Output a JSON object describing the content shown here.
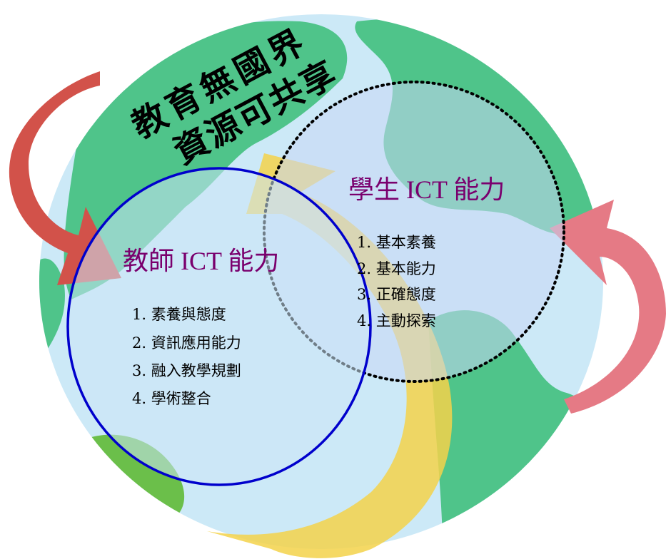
{
  "diagram": {
    "title": {
      "line1": "教育無國界",
      "line2": "資源可共享"
    },
    "teacher": {
      "heading": "教師 ICT 能力",
      "items": [
        "1.  素養與態度",
        "2.  資訊應用能力",
        "3.  融入教學規劃",
        "4.  學術整合"
      ]
    },
    "student": {
      "heading": "學生 ICT 能力",
      "items": [
        "1.  基本素養",
        "2.  基本能力",
        "3.  正確態度",
        "4.  主動探索"
      ]
    }
  },
  "colors": {
    "ocean": "#cce9f7",
    "land": "#4fc48a",
    "land_dark": "#3aa36e",
    "land_light_green": "#6bbf4a",
    "arrow_red": "#d2524a",
    "arrow_pink": "#e57a85",
    "arrow_yellow": "#f3d24a",
    "teacher_circle": "#0000cc",
    "student_circle": "#000000",
    "heading_text": "#7a006e"
  }
}
